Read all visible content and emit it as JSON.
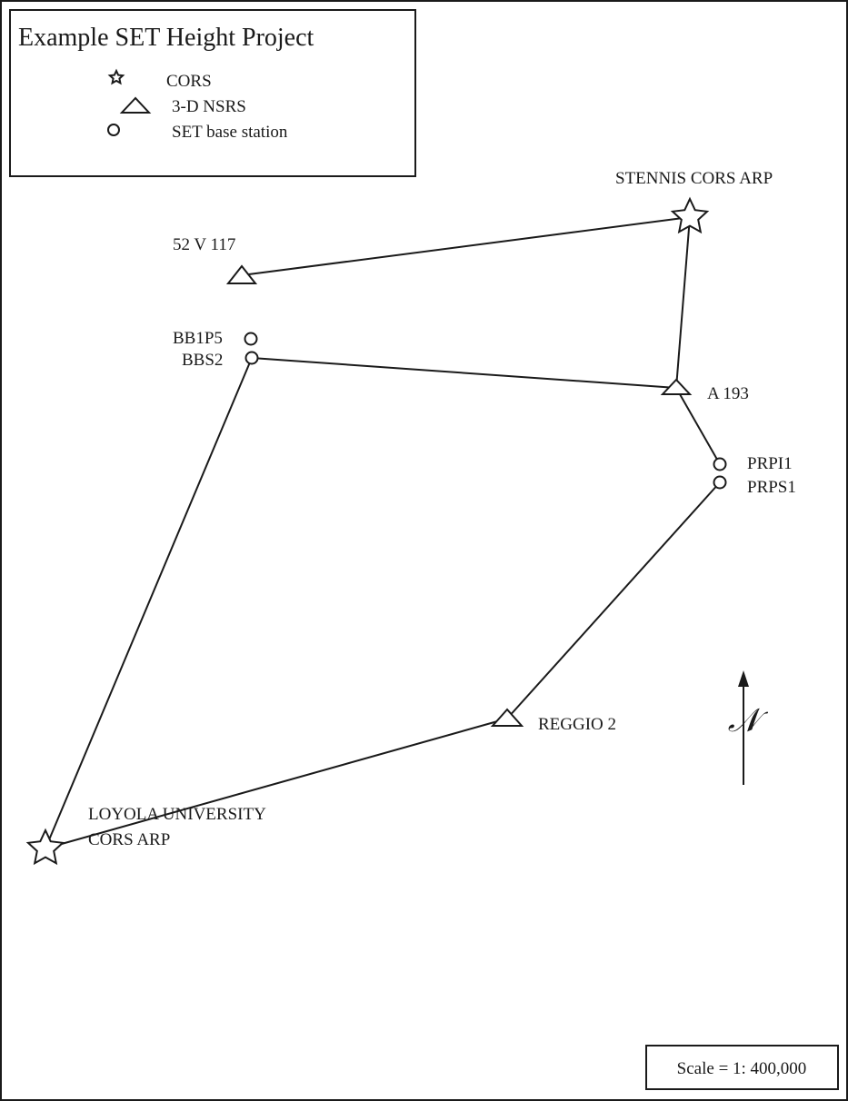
{
  "legend": {
    "title": "Example SET Height Project",
    "items": [
      {
        "symbol": "star",
        "label": "CORS"
      },
      {
        "symbol": "triangle",
        "label": "3-D NSRS"
      },
      {
        "symbol": "circle",
        "label": "SET base station"
      }
    ]
  },
  "stations": [
    {
      "id": "stennis",
      "type": "star",
      "label": "STENNIS CORS ARP"
    },
    {
      "id": "52v117",
      "type": "triangle",
      "label": "52 V 117"
    },
    {
      "id": "bb1p5",
      "type": "circle",
      "label": "BB1P5"
    },
    {
      "id": "bbs2",
      "type": "circle",
      "label": "BBS2"
    },
    {
      "id": "a193",
      "type": "triangle",
      "label": "A 193"
    },
    {
      "id": "prpi1",
      "type": "circle",
      "label": "PRPI1"
    },
    {
      "id": "prps1",
      "type": "circle",
      "label": "PRPS1"
    },
    {
      "id": "loyola",
      "type": "star",
      "label_lines": [
        "LOYOLA UNIVERSITY",
        "CORS ARP"
      ]
    },
    {
      "id": "reggio2",
      "type": "triangle",
      "label": "REGGIO 2"
    }
  ],
  "north_arrow": {
    "label": "𝒩"
  },
  "scale": {
    "text": "Scale = 1: 400,000"
  }
}
